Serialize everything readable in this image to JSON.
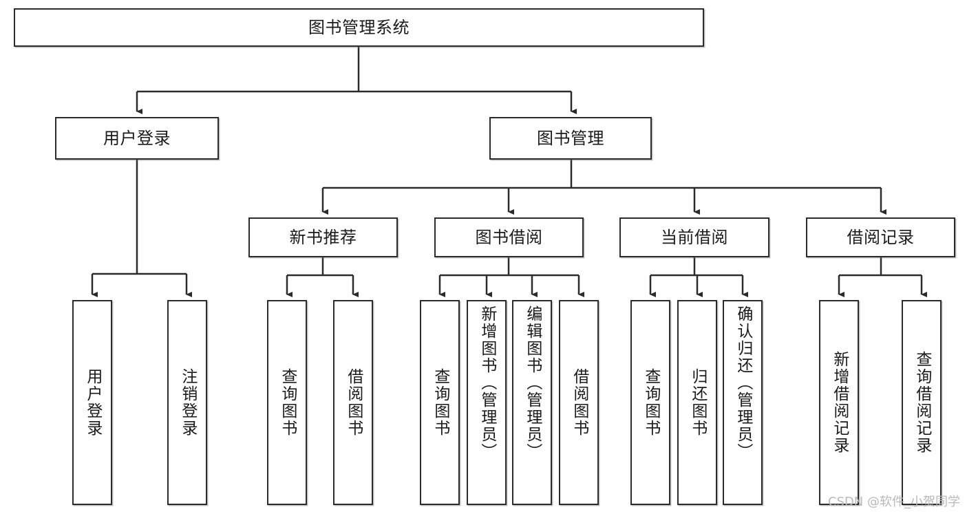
{
  "diagram": {
    "type": "tree-hierarchy",
    "title": "图书管理系统",
    "colors": {
      "stroke": "#2b2b2b",
      "fill": "#ffffff",
      "text": "#1a1a1a",
      "watermark": "#b9b9b9"
    },
    "nodes": {
      "root": {
        "label": "图书管理系统",
        "orientation": "horizontal"
      },
      "user_login": {
        "label": "用户登录",
        "orientation": "horizontal"
      },
      "book_manage": {
        "label": "图书管理",
        "orientation": "horizontal"
      },
      "new_book_rec": {
        "label": "新书推荐",
        "orientation": "horizontal"
      },
      "book_borrow": {
        "label": "图书借阅",
        "orientation": "horizontal"
      },
      "current_borrow": {
        "label": "当前借阅",
        "orientation": "horizontal"
      },
      "borrow_record": {
        "label": "借阅记录",
        "orientation": "horizontal"
      },
      "leaf_user_login": {
        "label": "用户登录",
        "orientation": "vertical"
      },
      "leaf_logout": {
        "label": "注销登录",
        "orientation": "vertical"
      },
      "leaf_rec_query": {
        "label": "查询图书",
        "orientation": "vertical"
      },
      "leaf_rec_borrow": {
        "label": "借阅图书",
        "orientation": "vertical"
      },
      "leaf_borrow_query": {
        "label": "查询图书",
        "orientation": "vertical"
      },
      "leaf_borrow_add": {
        "label": "新增图书（管理员）",
        "orientation": "vertical"
      },
      "leaf_borrow_edit": {
        "label": "编辑图书（管理员）",
        "orientation": "vertical"
      },
      "leaf_borrow_do": {
        "label": "借阅图书",
        "orientation": "vertical"
      },
      "leaf_cur_query": {
        "label": "查询图书",
        "orientation": "vertical"
      },
      "leaf_cur_return": {
        "label": "归还图书",
        "orientation": "vertical"
      },
      "leaf_cur_confirm": {
        "label": "确认归还（管理员）",
        "orientation": "vertical"
      },
      "leaf_rec_add": {
        "label": "新增借阅记录",
        "orientation": "vertical"
      },
      "leaf_rec_query2": {
        "label": "查询借阅记录",
        "orientation": "vertical"
      }
    }
  },
  "watermark": {
    "text": "CSDN @软件_小贺同学"
  }
}
